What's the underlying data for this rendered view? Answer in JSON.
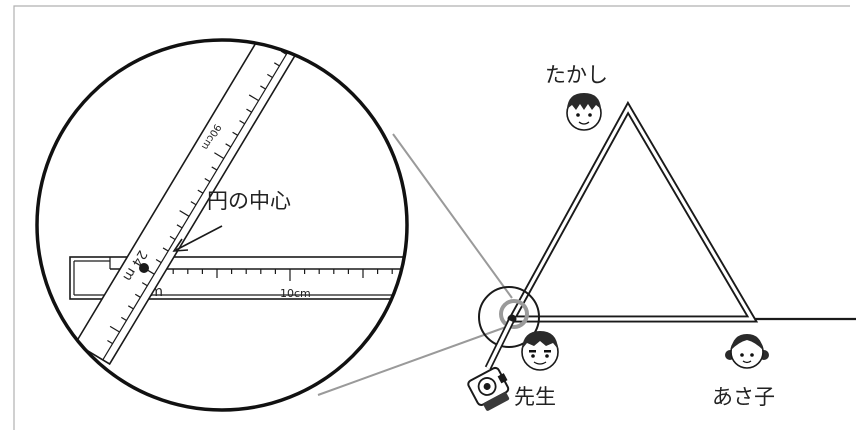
{
  "labels": {
    "takashi": "たかし",
    "asako": "あさ子",
    "sensei": "先生",
    "circle_center": "円の中心"
  },
  "ruler": {
    "zero_label": "0 m",
    "ten_cm_label": "10cm",
    "slanted_24m_label": "24 m",
    "slanted_90cm_label": "90cm"
  },
  "icons": [
    "boy-face-icon",
    "girl-face-icon",
    "teacher-face-icon",
    "measuring-tape-reel-icon"
  ],
  "colors": {
    "line": "#1a1a1a",
    "gray": "#9a9a9a",
    "background": "#ffffff"
  }
}
